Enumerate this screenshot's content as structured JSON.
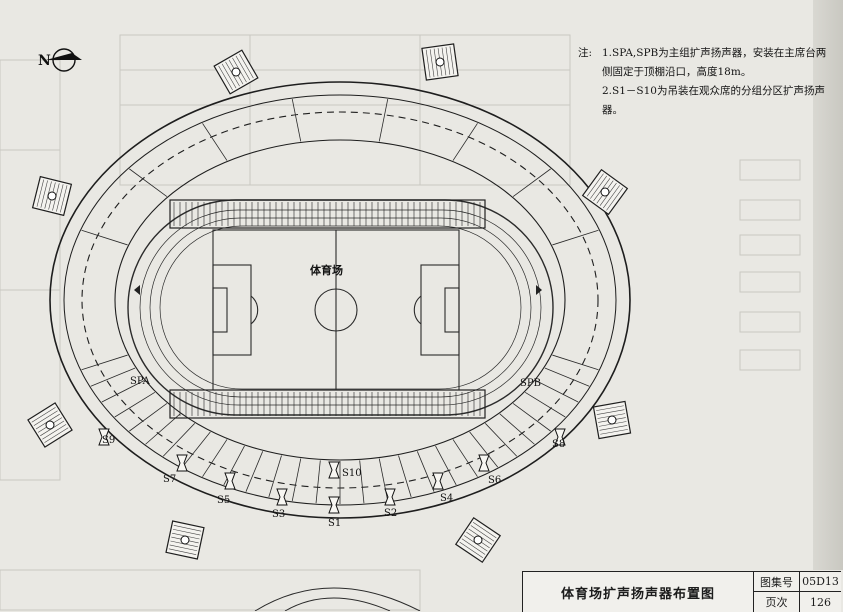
{
  "notes": {
    "prefix": "注:",
    "items": [
      {
        "num": "1.",
        "text": "SPA,SPB为主组扩声扬声器，安装在主席台两侧固定于顶棚沿口，高度18m。"
      },
      {
        "num": "2.",
        "text": "S1－S10为吊装在观众席的分组分区扩声扬声器。"
      }
    ]
  },
  "field_label": "体育场",
  "main_speakers": [
    {
      "id": "spa",
      "label": "SPA"
    },
    {
      "id": "spb",
      "label": "SPB"
    }
  ],
  "zone_speakers": [
    {
      "id": "s1",
      "label": "S1"
    },
    {
      "id": "s2",
      "label": "S2"
    },
    {
      "id": "s3",
      "label": "S3"
    },
    {
      "id": "s4",
      "label": "S4"
    },
    {
      "id": "s5",
      "label": "S5"
    },
    {
      "id": "s6",
      "label": "S6"
    },
    {
      "id": "s7",
      "label": "S7"
    },
    {
      "id": "s8",
      "label": "S8"
    },
    {
      "id": "s9",
      "label": "S9"
    },
    {
      "id": "s10",
      "label": "S10"
    }
  ],
  "north_arrow_letter": "N",
  "title_block": {
    "title": "体育场扩声扬声器布置图",
    "atlas_label": "图集号",
    "atlas_value": "05D13",
    "page_label": "页次",
    "page_value": "126"
  }
}
